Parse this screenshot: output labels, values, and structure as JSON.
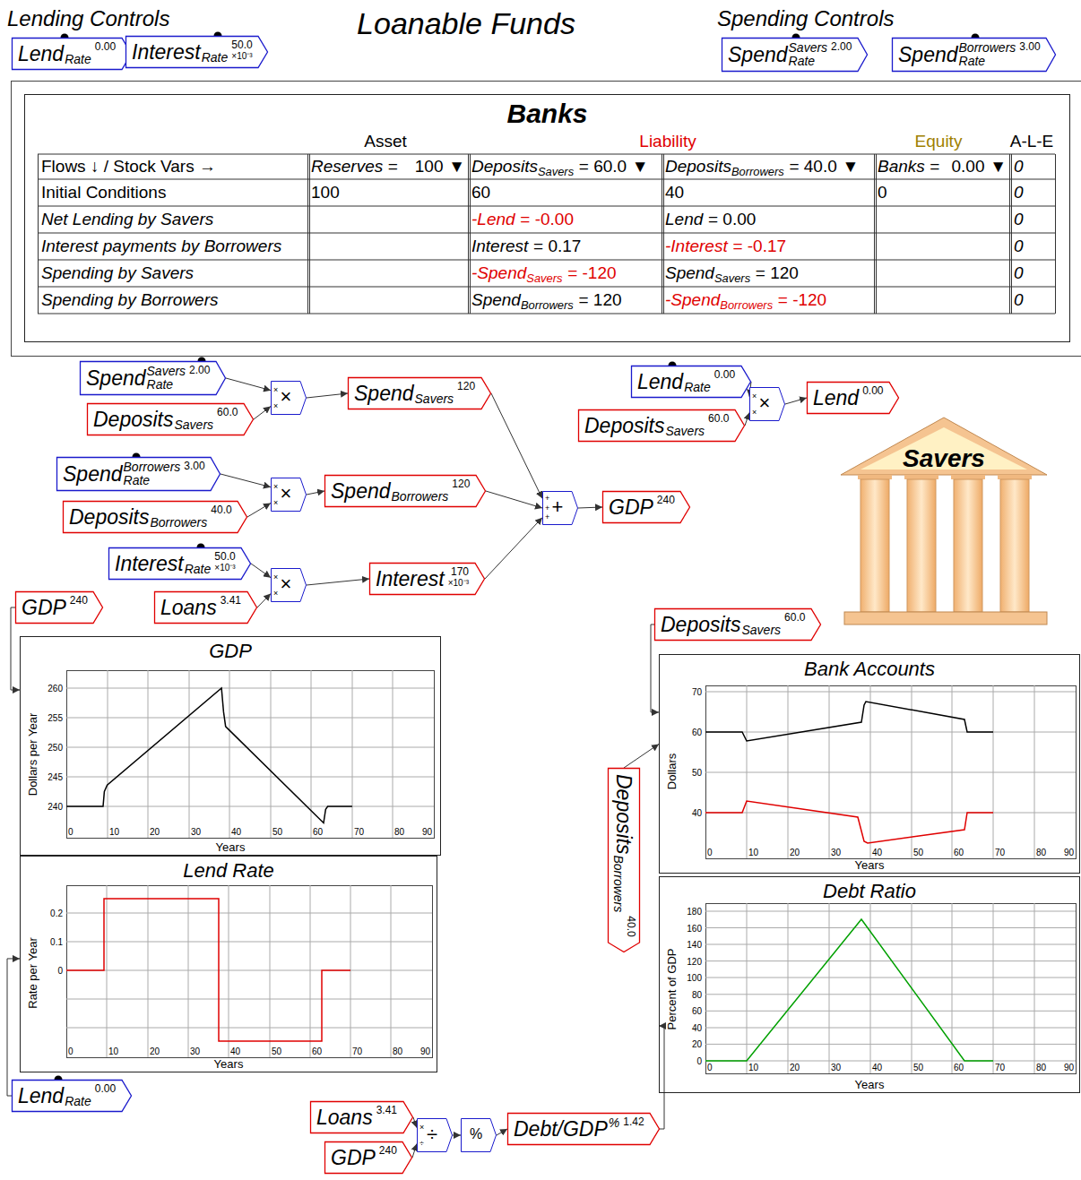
{
  "diagram": {
    "title": "Loanable Funds",
    "nodes": [
      {
        "text": [
          "Lend",
          "Rate",
          "0.00"
        ]
      },
      {
        "text": [
          "Interest",
          "Rate",
          "50.0",
          "×10⁻³"
        ]
      },
      {
        "text": [
          "Spend",
          "Rate",
          "Savers",
          "2.00"
        ]
      },
      {
        "text": [
          "Spend",
          "Rate",
          "Borrowers",
          "3.00"
        ]
      },
      {
        "text": [
          "Banks"
        ]
      },
      {
        "text": [
          "Spend",
          "Rate",
          "Savers",
          "2.00"
        ]
      },
      {
        "text": [
          "Deposits",
          "Savers",
          "60.0"
        ]
      },
      {
        "text": [
          "×",
          "×",
          "×"
        ]
      },
      {
        "text": [
          "Spend",
          "Savers",
          "120"
        ]
      },
      {
        "text": [
          "Spend",
          "Rate",
          "Borrowers",
          "3.00"
        ]
      },
      {
        "text": [
          "Deposits",
          "Borrowers",
          "40.0"
        ]
      },
      {
        "text": [
          "×",
          "×",
          "×"
        ]
      },
      {
        "text": [
          "Spend",
          "Borrowers",
          "120"
        ]
      },
      {
        "text": [
          "Interest",
          "Rate",
          "50.0",
          "×10⁻³"
        ]
      },
      {
        "text": [
          "Loans",
          "3.41"
        ]
      },
      {
        "text": [
          "×",
          "×",
          "×"
        ]
      },
      {
        "text": [
          "Interest",
          "170",
          "×10⁻³"
        ]
      },
      {
        "text": [
          "+",
          "+",
          "+",
          "+"
        ]
      },
      {
        "text": [
          "GDP",
          "240"
        ]
      },
      {
        "text": [
          "Lend",
          "Rate",
          "0.00"
        ]
      },
      {
        "text": [
          "Deposits",
          "Savers",
          "60.0"
        ]
      },
      {
        "text": [
          "×",
          "×",
          "×"
        ]
      },
      {
        "text": [
          "Lend",
          "0.00"
        ]
      },
      {
        "text": [
          "Savers"
        ]
      },
      {
        "text": [
          "GDP",
          "240"
        ]
      },
      {
        "text": [
          "GDP",
          "Dollars per Year",
          "Years"
        ]
      },
      {
        "text": [
          "Lend Rate",
          "Rate per Year",
          "Years"
        ]
      },
      {
        "text": [
          "Lend",
          "Rate",
          "0.00"
        ]
      },
      {
        "text": [
          "Deposits",
          "Savers",
          "60.0"
        ]
      },
      {
        "text": [
          "Deposits",
          "Borrowers",
          "40.0"
        ]
      },
      {
        "text": [
          "Bank Accounts",
          "Dollars",
          "Years"
        ]
      },
      {
        "text": [
          "Debt Ratio",
          "Percent of GDP",
          "Years"
        ]
      },
      {
        "text": [
          "Loans",
          "3.41"
        ]
      },
      {
        "text": [
          "GDP",
          "240"
        ]
      },
      {
        "text": [
          "÷",
          "×",
          "÷"
        ]
      },
      {
        "text": [
          "%"
        ]
      },
      {
        "text": [
          "Debt/GDP",
          "%",
          "1.42"
        ]
      }
    ],
    "edges": [
      {
        "from": 5,
        "to": 7,
        "arrow": "to"
      },
      {
        "from": 6,
        "to": 7,
        "arrow": "to"
      },
      {
        "from": 7,
        "to": 8,
        "arrow": "to"
      },
      {
        "from": 8,
        "to": 17,
        "arrow": "to"
      },
      {
        "from": 9,
        "to": 11,
        "arrow": "to"
      },
      {
        "from": 10,
        "to": 11,
        "arrow": "to"
      },
      {
        "from": 11,
        "to": 12,
        "arrow": "to"
      },
      {
        "from": 12,
        "to": 17,
        "arrow": "to"
      },
      {
        "from": 13,
        "to": 15,
        "arrow": "to"
      },
      {
        "from": 14,
        "to": 15,
        "arrow": "to"
      },
      {
        "from": 15,
        "to": 16,
        "arrow": "to"
      },
      {
        "from": 16,
        "to": 17,
        "arrow": "to"
      },
      {
        "from": 17,
        "to": 18,
        "arrow": "to"
      },
      {
        "from": 19,
        "to": 21,
        "arrow": "to"
      },
      {
        "from": 20,
        "to": 21,
        "arrow": "to"
      },
      {
        "from": 21,
        "to": 22,
        "arrow": "to"
      },
      {
        "from": 24,
        "to": 25,
        "arrow": "to"
      },
      {
        "from": 27,
        "to": 26,
        "arrow": "to"
      },
      {
        "from": 28,
        "to": 30,
        "arrow": "to"
      },
      {
        "from": 29,
        "to": 30,
        "arrow": "to"
      },
      {
        "from": 36,
        "to": 31,
        "arrow": "to"
      },
      {
        "from": 32,
        "to": 34,
        "arrow": "to"
      },
      {
        "from": 33,
        "to": 34,
        "arrow": "to"
      },
      {
        "from": 34,
        "to": 35,
        "arrow": "to"
      },
      {
        "from": 35,
        "to": 36,
        "arrow": "to"
      }
    ],
    "labels": [
      "Lending Controls",
      "Spending Controls",
      "Asset",
      "Liability",
      "Equity",
      "A-L-E",
      "Flows ↓ / Stock Vars →",
      "Reserves =",
      "100",
      "▼",
      "Deposits",
      "Savers",
      "= 60.0",
      "▼",
      "Deposits",
      "Borrowers",
      "= 40.0",
      "▼",
      "Banks =",
      "0.00",
      "▼",
      "0",
      "Initial Conditions",
      "100",
      "60",
      "40",
      "0",
      "0",
      "Net Lending by Savers",
      "-Lend",
      "= -0.00",
      "Lend",
      "= 0.00",
      "0",
      "Interest payments by Borrowers",
      "Interest",
      "= 0.17",
      "-Interest",
      "= -0.17",
      "0",
      "Spending by Savers",
      "-Spend",
      "Savers",
      "= -120",
      "Spend",
      "Savers",
      "= 120",
      "0",
      "Spending by Borrowers",
      "Spend",
      "Borrowers",
      "= 120",
      "-Spend",
      "Borrowers",
      "= -120",
      "0",
      "260",
      "255",
      "250",
      "245",
      "240",
      "0",
      "10",
      "20",
      "30",
      "40",
      "50",
      "60",
      "70",
      "80",
      "90",
      "0.2",
      "0.1",
      "0",
      "0",
      "10",
      "20",
      "30",
      "40",
      "50",
      "60",
      "70",
      "80",
      "90",
      "70",
      "60",
      "50",
      "40",
      "0",
      "10",
      "20",
      "30",
      "40",
      "50",
      "60",
      "70",
      "80",
      "90",
      "180",
      "160",
      "140",
      "120",
      "100",
      "80",
      "60",
      "40",
      "20",
      "0",
      "0",
      "10",
      "20",
      "30",
      "40",
      "50",
      "60",
      "70",
      "80",
      "90"
    ]
  }
}
